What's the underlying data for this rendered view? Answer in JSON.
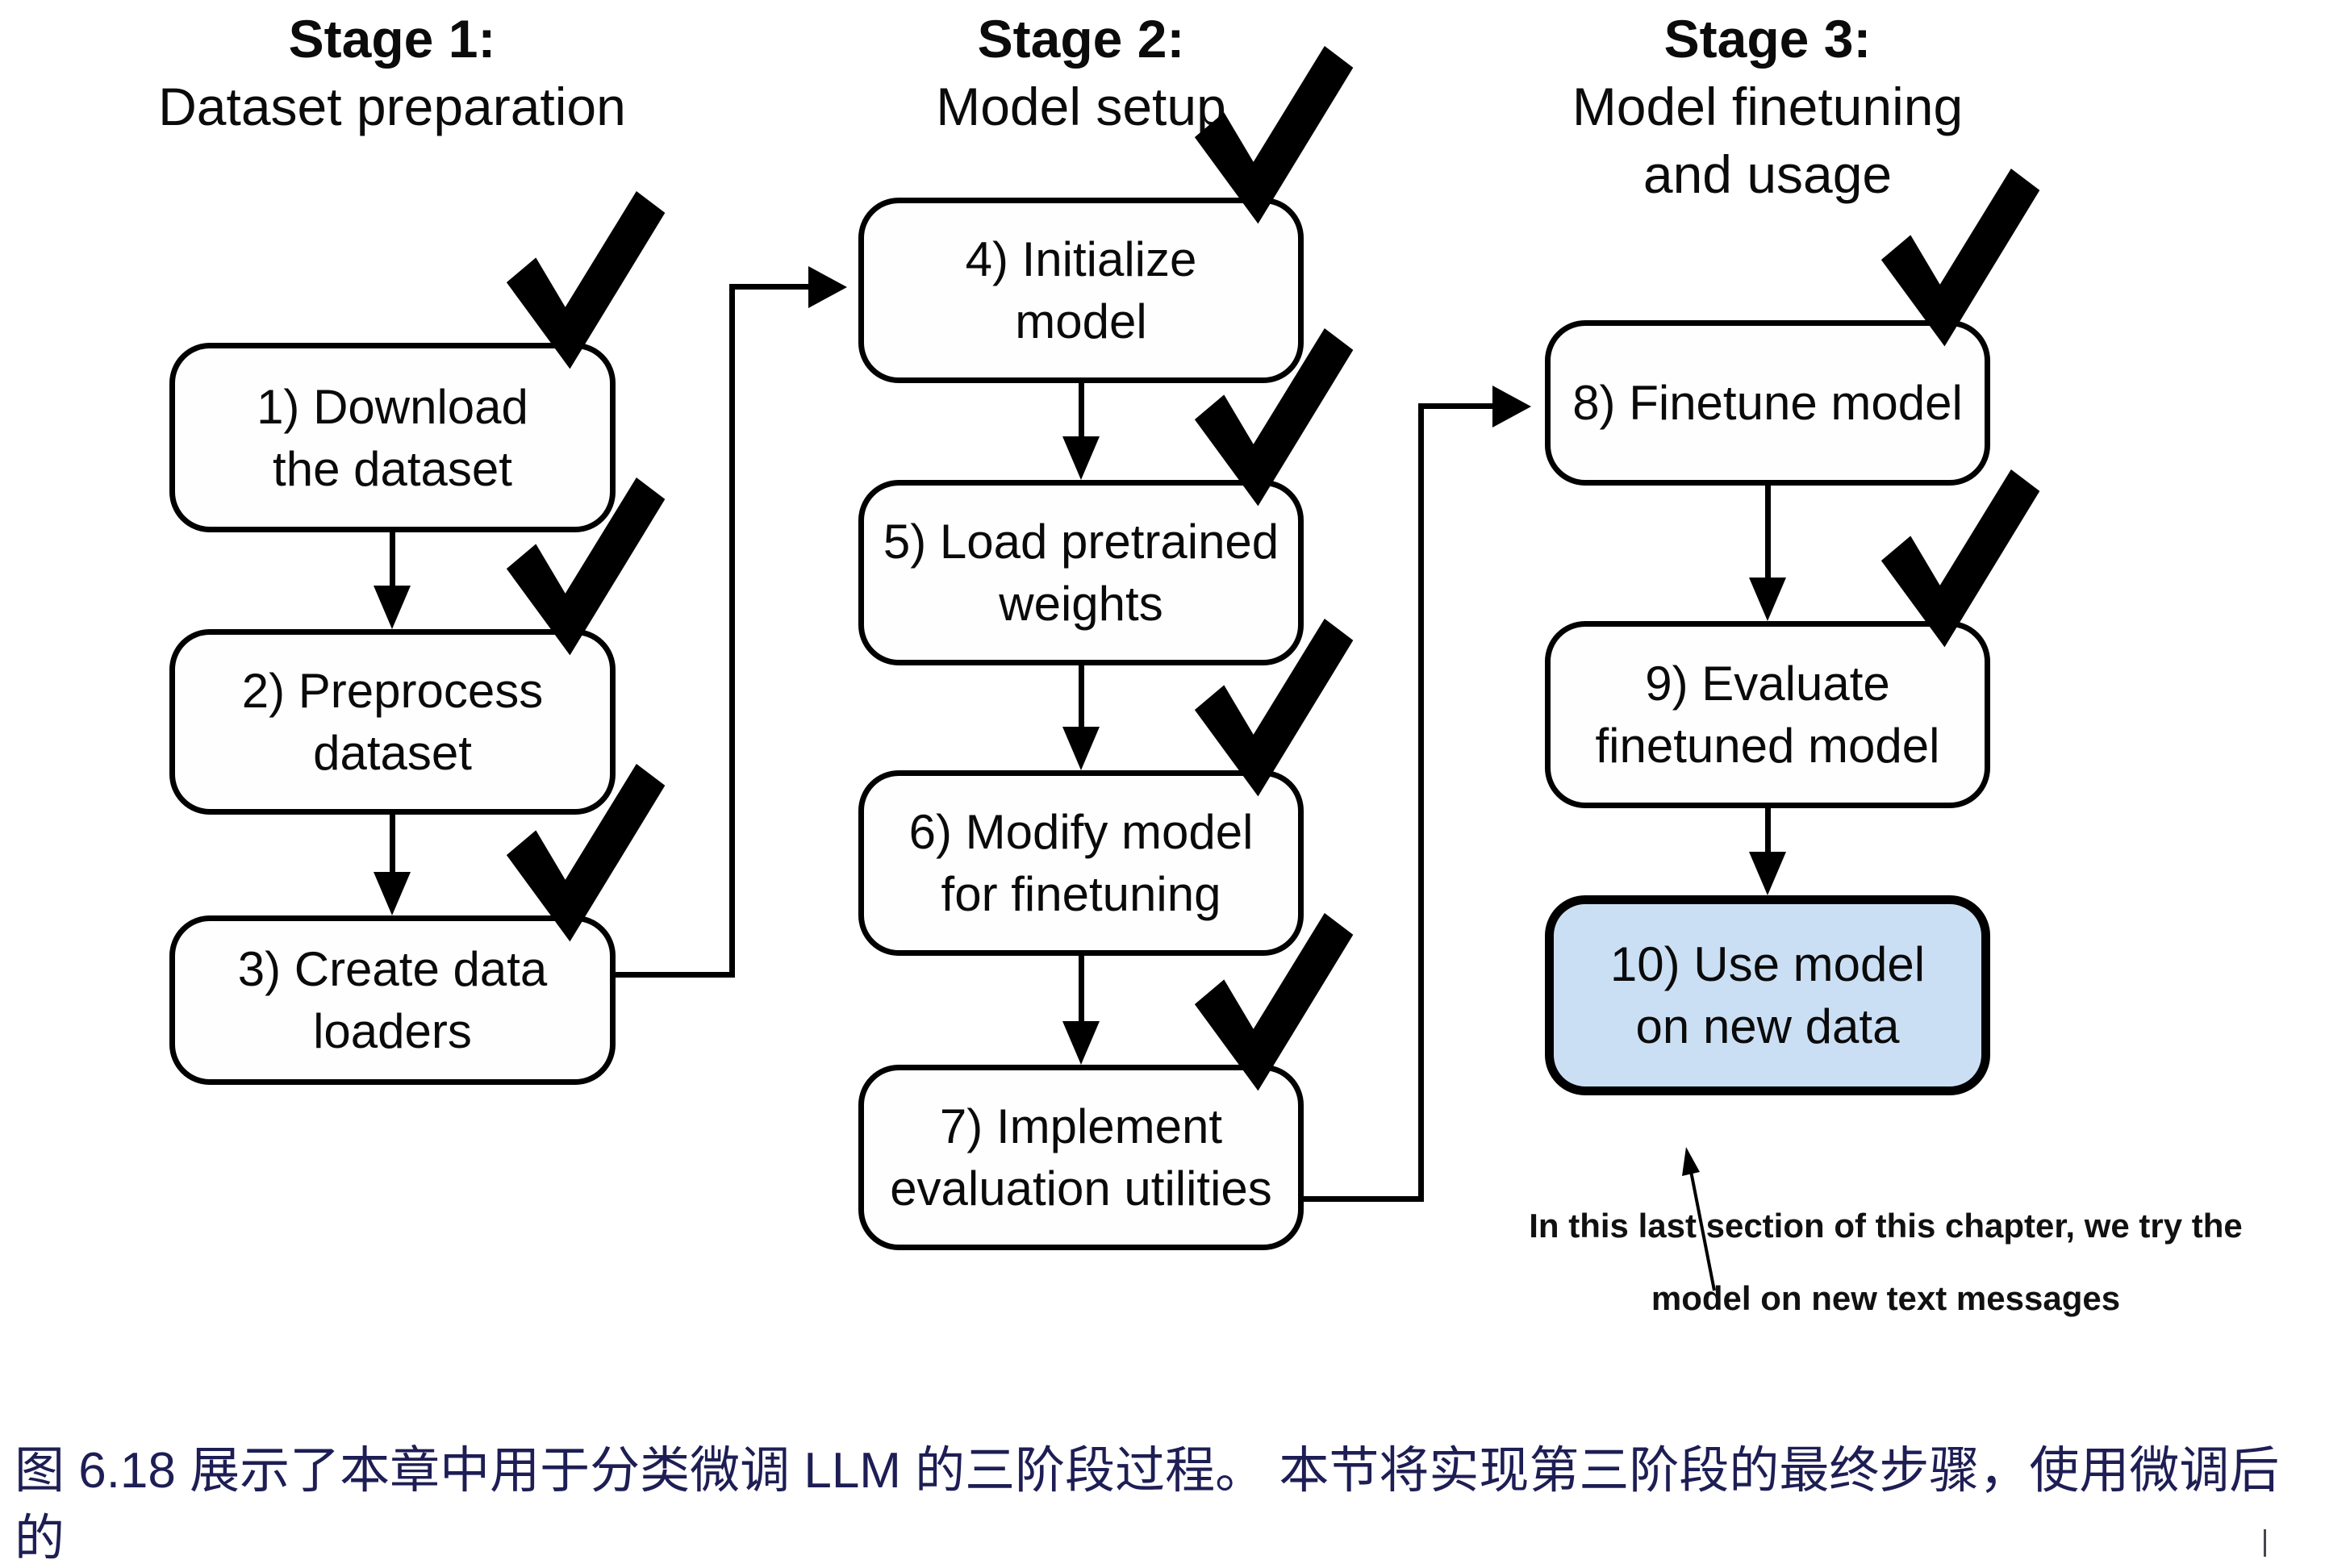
{
  "stages": [
    {
      "title": "Stage 1:",
      "subtitle": "Dataset preparation"
    },
    {
      "title": "Stage 2:",
      "subtitle": "Model setup"
    },
    {
      "title": "Stage 3:",
      "subtitle": "Model finetuning\nand usage"
    }
  ],
  "nodes": [
    {
      "label": "1) Download\nthe dataset",
      "checked": true
    },
    {
      "label": "2) Preprocess\ndataset",
      "checked": true
    },
    {
      "label": "3) Create data\nloaders",
      "checked": true
    },
    {
      "label": "4) Initialize\nmodel",
      "checked": true
    },
    {
      "label": "5) Load pretrained\nweights",
      "checked": true
    },
    {
      "label": "6) Modify model\nfor finetuning",
      "checked": true
    },
    {
      "label": "7) Implement\nevaluation utilities",
      "checked": true
    },
    {
      "label": "8) Finetune model",
      "checked": true
    },
    {
      "label": "9) Evaluate\nfinetuned model",
      "checked": true
    },
    {
      "label": "10) Use model\non new data",
      "checked": false,
      "highlighted": true
    }
  ],
  "icons": {
    "check": "✔"
  },
  "annotation": "In this last section of this chapter, we try the\nmodel on new text messages",
  "caption": "图 6.18 展示了本章中用于分类微调 LLM 的三阶段过程。 本节将实现第三阶段的最终步骤，使用微调后的\n模型对新的垃圾邮件进行分类。",
  "colors": {
    "stroke": "#000000",
    "node_fill": "#fefefe",
    "highlight_fill": "#cbdff4",
    "caption_text": "#1e1e55"
  }
}
